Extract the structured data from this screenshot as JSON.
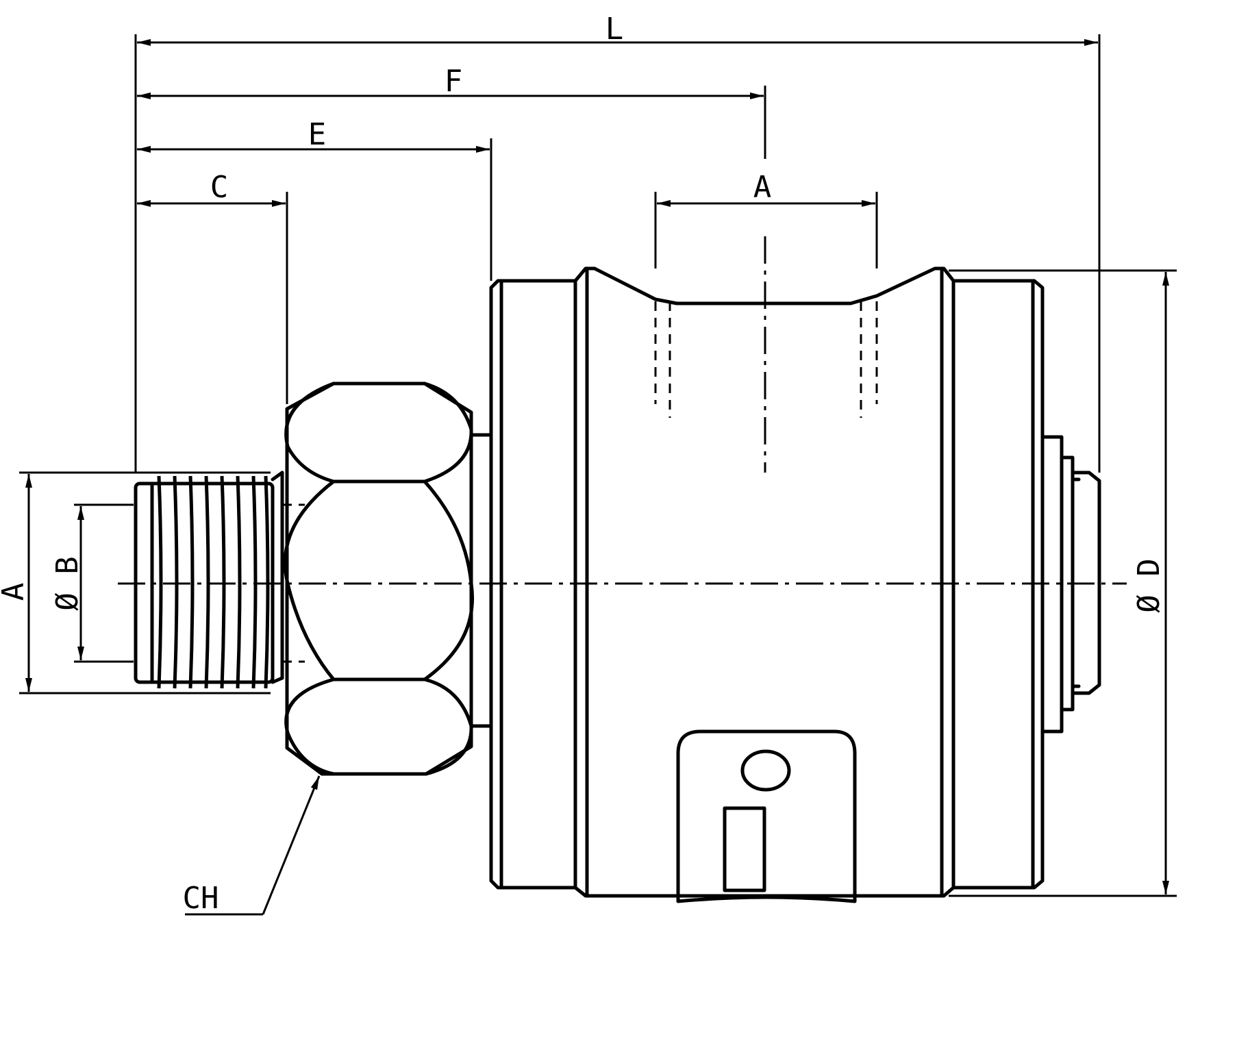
{
  "labels": {
    "L": "L",
    "F": "F",
    "E": "E",
    "C": "C",
    "A_top": "A",
    "A_side": "A",
    "B": "Ø B",
    "D": "Ø D",
    "CH": "CH"
  }
}
